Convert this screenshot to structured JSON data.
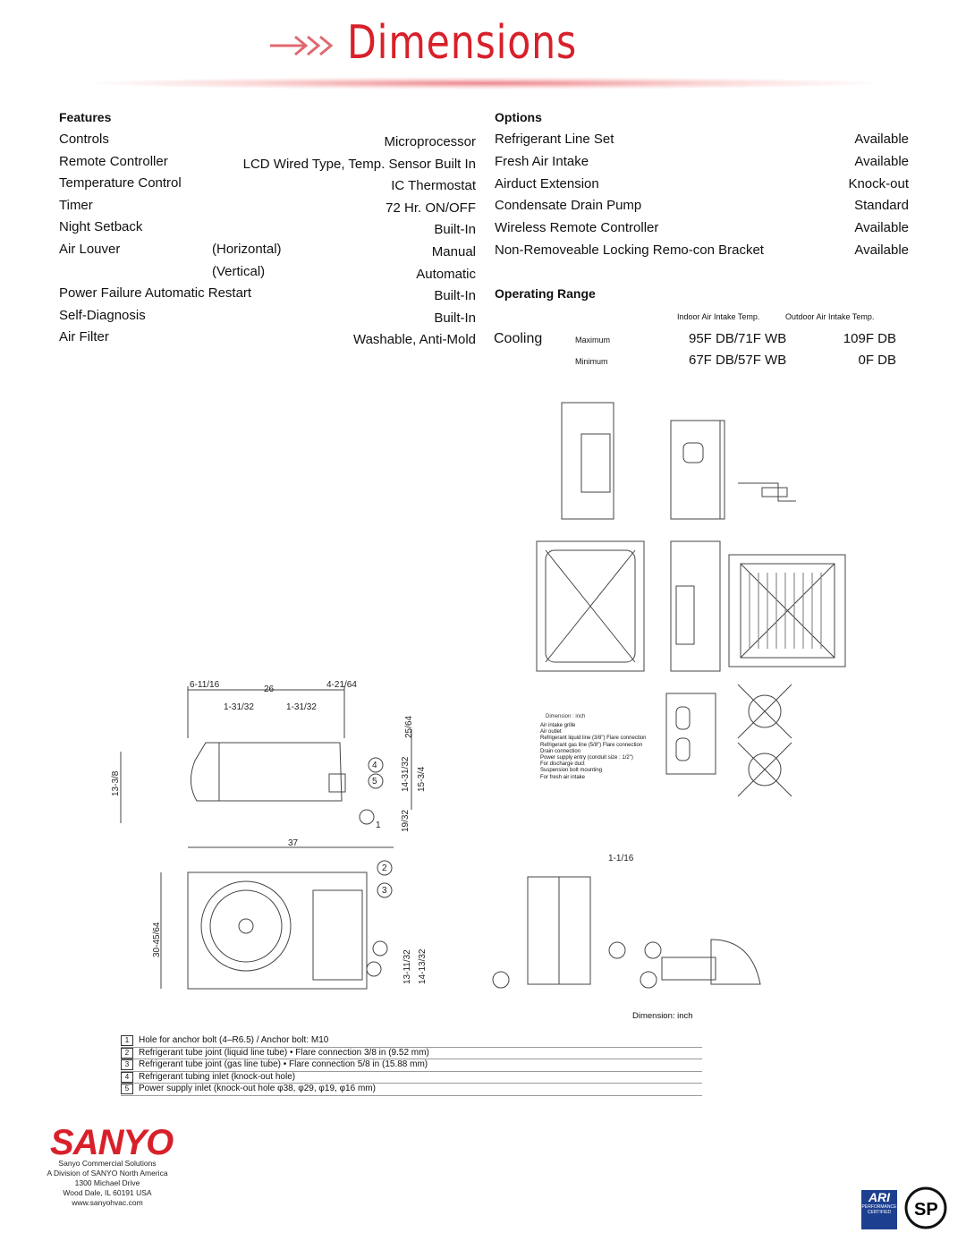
{
  "title": "Dimensions",
  "features": {
    "heading": "Features",
    "rows": [
      {
        "label": "Controls",
        "mid": "",
        "value": "Microprocessor"
      },
      {
        "label": "Remote Controller",
        "mid": "",
        "value": "LCD Wired Type, Temp. Sensor Built In"
      },
      {
        "label": "Temperature Control",
        "mid": "",
        "value": "IC Thermostat"
      },
      {
        "label": "Timer",
        "mid": "",
        "value": "72 Hr. ON/OFF"
      },
      {
        "label": "Night Setback",
        "mid": "",
        "value": "Built-In"
      },
      {
        "label": "Air Louver",
        "mid": "(Horizontal)",
        "value": "Manual"
      },
      {
        "label": "",
        "mid": "(Vertical)",
        "value": "Automatic"
      },
      {
        "label": "Power Failure Automatic Restart",
        "mid": "",
        "value": "Built-In"
      },
      {
        "label": "Self-Diagnosis",
        "mid": "",
        "value": "Built-In"
      },
      {
        "label": "Air Filter",
        "mid": "",
        "value": "Washable, Anti-Mold"
      }
    ]
  },
  "options": {
    "heading": "Options",
    "rows": [
      {
        "label": "Refrigerant Line Set",
        "value": "Available"
      },
      {
        "label": "Fresh Air Intake",
        "value": "Available"
      },
      {
        "label": "Airduct Extension",
        "value": "Knock-out"
      },
      {
        "label": "Condensate Drain Pump",
        "value": "Standard"
      },
      {
        "label": "Wireless Remote Controller",
        "value": "Available"
      },
      {
        "label": "Non-Removeable Locking Remo-con Bracket",
        "value": "Available"
      }
    ]
  },
  "operating_range": {
    "heading": "Operating Range",
    "col_indoor": "Indoor Air Intake Temp.",
    "col_outdoor": "Outdoor Air Intake Temp.",
    "mode": "Cooling",
    "rows": [
      {
        "level": "Maximum",
        "indoor": "95F DB/71F WB",
        "outdoor": "109F DB"
      },
      {
        "level": "Minimum",
        "indoor": "67F DB/57F WB",
        "outdoor": "0F DB"
      }
    ]
  },
  "drawing_labels": {
    "outdoor_top": [
      "6-11/16",
      "26",
      "4-21/64",
      "1-31/32",
      "1-31/32",
      "25/64",
      "13-3/8",
      "14-31/32",
      "15-3/4",
      "19/32"
    ],
    "outdoor_bottom": [
      "37",
      "30-45/64",
      "13-11/32",
      "14-13/32",
      "1-1/16"
    ],
    "callouts": [
      "1",
      "2",
      "3",
      "4",
      "5"
    ],
    "dimension_unit": "Dimension: inch",
    "indoor_unit_note": "Dimension : inch"
  },
  "legend": [
    {
      "num": "1",
      "text": "Hole for anchor bolt (4–R6.5) / Anchor bolt: M10"
    },
    {
      "num": "2",
      "text": "Refrigerant tube joint (liquid line tube) • Flare connection 3/8 in (9.52 mm)"
    },
    {
      "num": "3",
      "text": "Refrigerant tube joint (gas line tube) • Flare connection 5/8 in (15.88 mm)"
    },
    {
      "num": "4",
      "text": "Refrigerant tubing inlet (knock-out hole)"
    },
    {
      "num": "5",
      "text": "Power supply inlet (knock-out hole φ38, φ29, φ19, φ16 mm)"
    }
  ],
  "indoor_legend": [
    "Air intake grille",
    "Air outlet",
    "Refrigerant liquid line (3/8\") Flare connection",
    "Refrigerant gas line (5/8\") Flare connection",
    "Drain connection",
    "Power supply entry (conduit size : 1/2\")",
    "For discharge duct",
    "Suspension bolt mounting",
    "For fresh air intake"
  ],
  "footer": {
    "brand": "SANYO",
    "lines": [
      "Sanyo Commercial Solutions",
      "A Division of SANYO North America",
      "1300 Michael Drive",
      "Wood Dale, IL 60191 USA",
      "www.sanyohvac.com"
    ]
  },
  "badges": {
    "ari": "ARI",
    "ari_sub": "PERFORMANCE CERTIFIED",
    "csa": "SP"
  },
  "colors": {
    "accent": "#d8202a"
  }
}
